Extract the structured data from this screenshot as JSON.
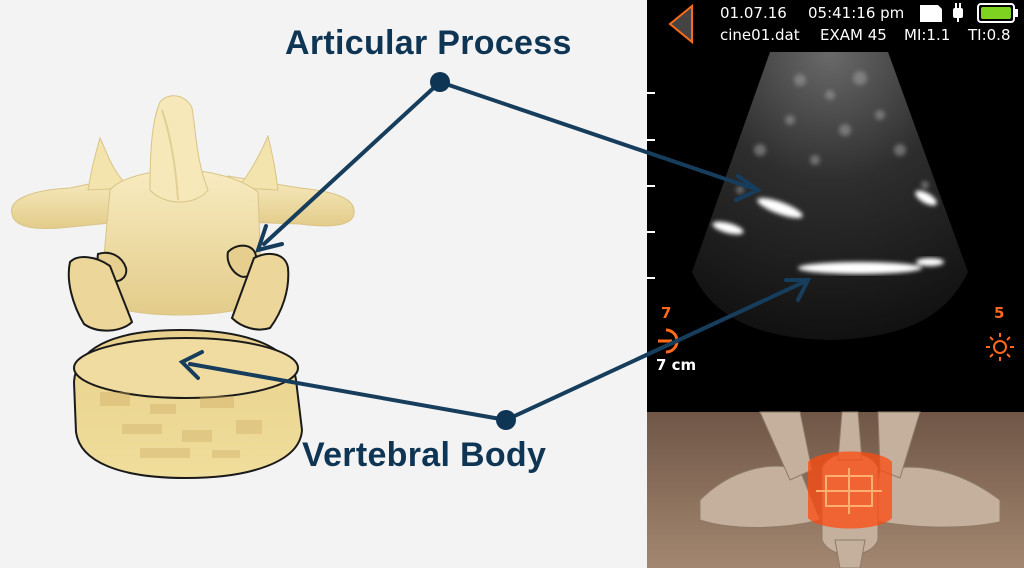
{
  "labels": {
    "articular_process": "Articular Process",
    "vertebral_body": "Vertebral Body"
  },
  "device": {
    "date": "01.07.16",
    "time": "05:41:16 pm",
    "file": "cine01.dat",
    "exam": "EXAM 45",
    "mi": "MI:1.1",
    "ti": "TI:0.8",
    "depth_setting": "7",
    "brightness_setting": "5",
    "depth_readout": "7 cm"
  },
  "colors": {
    "label_text": "#0f3555",
    "arrow": "#173d5c",
    "accent_orange": "#ff6a1a",
    "battery_green": "#7ed321",
    "bone": "#f0dca0"
  },
  "icons": {
    "back": "back-arrow-icon",
    "storage": "sd-card-icon",
    "power": "plug-icon",
    "battery": "battery-icon",
    "depth": "depth-dial-icon",
    "brightness": "sun-icon",
    "target": "target-reticle-icon"
  }
}
